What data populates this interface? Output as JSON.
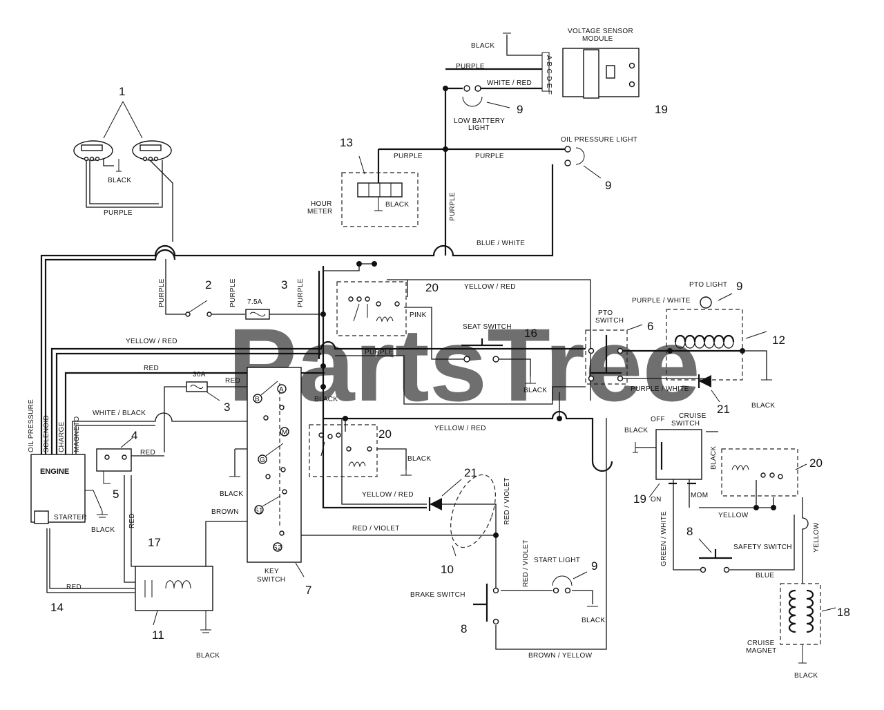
{
  "watermark": "PartsTree",
  "callouts": {
    "n1": "1",
    "n2": "2",
    "n3a": "3",
    "n3b": "3",
    "n4": "4",
    "n5": "5",
    "n6": "6",
    "n7": "7",
    "n8a": "8",
    "n8b": "8",
    "n9a": "9",
    "n9b": "9",
    "n9c": "9",
    "n9d": "9",
    "n10": "10",
    "n11": "11",
    "n12": "12",
    "n13": "13",
    "n14": "14",
    "n16": "16",
    "n17": "17",
    "n18": "18",
    "n19a": "19",
    "n19b": "19",
    "n20a": "20",
    "n20b": "20",
    "n20c": "20",
    "n21a": "21",
    "n21b": "21"
  },
  "components": {
    "voltage_sensor_1": "VOLTAGE SENSOR",
    "voltage_sensor_2": "MODULE",
    "sensor_pins": "A B C D E F",
    "low_battery_1": "LOW BATTERY",
    "low_battery_2": "LIGHT",
    "oil_pressure_light": "OIL PRESSURE LIGHT",
    "hour_meter_1": "HOUR",
    "hour_meter_2": "METER",
    "engine": "ENGINE",
    "starter": "STARTER",
    "key_switch_1": "KEY",
    "key_switch_2": "SWITCH",
    "pto_switch_1": "PTO",
    "pto_switch_2": "SWITCH",
    "pto_light": "PTO LIGHT",
    "seat_switch": "SEAT SWITCH",
    "cruise_switch_1": "CRUISE",
    "cruise_switch_2": "SWITCH",
    "cruise_off": "OFF",
    "cruise_on": "ON",
    "cruise_mom": "MOM",
    "start_light": "START LIGHT",
    "brake_switch": "BRAKE SWITCH",
    "safety_switch": "SAFETY SWITCH",
    "cruise_magnet_1": "CRUISE",
    "cruise_magnet_2": "MAGNET",
    "fuse_7_5a": "7.5A",
    "fuse_30a": "30A",
    "key_a": "A",
    "key_b": "B",
    "key_m": "M",
    "key_g": "G",
    "key_s1": "S1",
    "key_s2": "S2",
    "engine_oil_pressure": "OIL PRESSURE",
    "engine_solenoid": "SOLENOID",
    "engine_charge": "CHARGE",
    "engine_magneto": "MAGNETO"
  },
  "wires": {
    "black_top": "BLACK",
    "purple_top": "PURPLE",
    "white_red": "WHITE / RED",
    "purple_hm": "PURPLE",
    "purple_oil": "PURPLE",
    "purple_vert": "PURPLE",
    "black_hm": "BLACK",
    "black_lights": "BLACK",
    "purple_lights": "PURPLE",
    "blue_white": "BLUE / WHITE",
    "purple_left": "PURPLE",
    "purple_sw": "PURPLE",
    "purple_fuse": "PURPLE",
    "yellow_red_top": "YELLOW / RED",
    "pink": "PINK",
    "purple_white_top": "PURPLE / WHITE",
    "yellow_red_left": "YELLOW / RED",
    "red_top": "RED",
    "purple_mid": "PURPLE",
    "red_30a": "RED",
    "black_key": "BLACK",
    "black_seat": "BLACK",
    "purple_white_bottom": "PURPLE / WHITE",
    "black_pto": "BLACK",
    "white_black": "WHITE / BLACK",
    "red_sol": "RED",
    "yellow_red_mid": "YELLOW / RED",
    "black_relay": "BLACK",
    "black_cruise": "BLACK",
    "black_cruise_v": "BLACK",
    "black_ks": "BLACK",
    "yellow_red_diode": "YELLOW / RED",
    "red_violet_v": "RED / VIOLET",
    "black_engine": "BLACK",
    "red_vert": "RED",
    "brown": "BROWN",
    "red_violet_h": "RED / VIOLET",
    "red_violet_v2": "RED / VIOLET",
    "yellow_relay": "YELLOW",
    "green_white": "GREEN / WHITE",
    "yellow_right": "YELLOW",
    "blue": "BLUE",
    "red_bottom": "RED",
    "black_start": "BLACK",
    "brown_yellow": "BROWN / YELLOW",
    "black_bottom": "BLACK",
    "black_magnet": "BLACK"
  }
}
